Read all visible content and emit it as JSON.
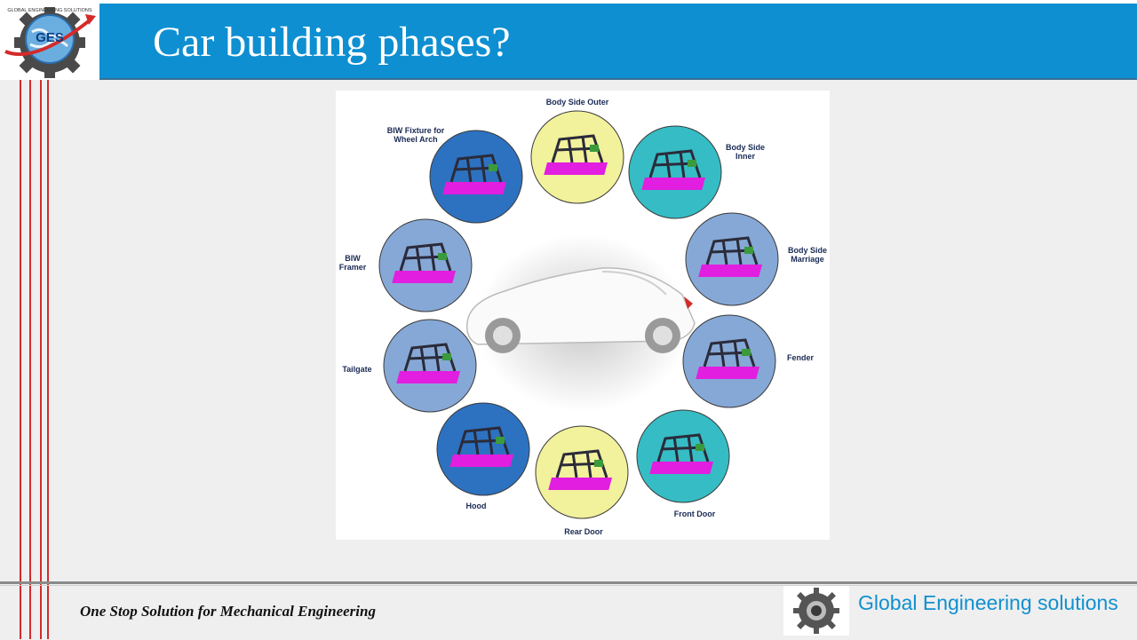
{
  "header": {
    "logo_text": "GES",
    "logo_arc_text": "GLOBAL ENGINEERING SOLUTIONS",
    "title": "Car building phases?"
  },
  "diagram": {
    "phases": [
      {
        "label": "Body Side Outer",
        "color": "#f2f19c"
      },
      {
        "label": "Body Side\nInner",
        "color": "#36bcc4"
      },
      {
        "label": "Body Side\nMarriage",
        "color": "#86a8d6"
      },
      {
        "label": "Fender",
        "color": "#86a8d6"
      },
      {
        "label": "Front Door",
        "color": "#36bcc4"
      },
      {
        "label": "Rear Door",
        "color": "#f2f19c"
      },
      {
        "label": "Hood",
        "color": "#2d72c0"
      },
      {
        "label": "Tailgate",
        "color": "#86a8d6"
      },
      {
        "label": "BIW\nFramer",
        "color": "#86a8d6"
      },
      {
        "label": "BIW Fixture for\nWheel Arch",
        "color": "#2d72c0"
      }
    ]
  },
  "footer": {
    "tagline": "One Stop Solution for Mechanical Engineering",
    "brand": "Global Engineering solutions"
  },
  "colors": {
    "header_blue": "#0e8fd1",
    "accent_red": "#d42a2a",
    "fixture_magenta": "#e21ee0"
  },
  "icons": [
    "globe-gear-logo",
    "gear-icon",
    "car-icon"
  ]
}
